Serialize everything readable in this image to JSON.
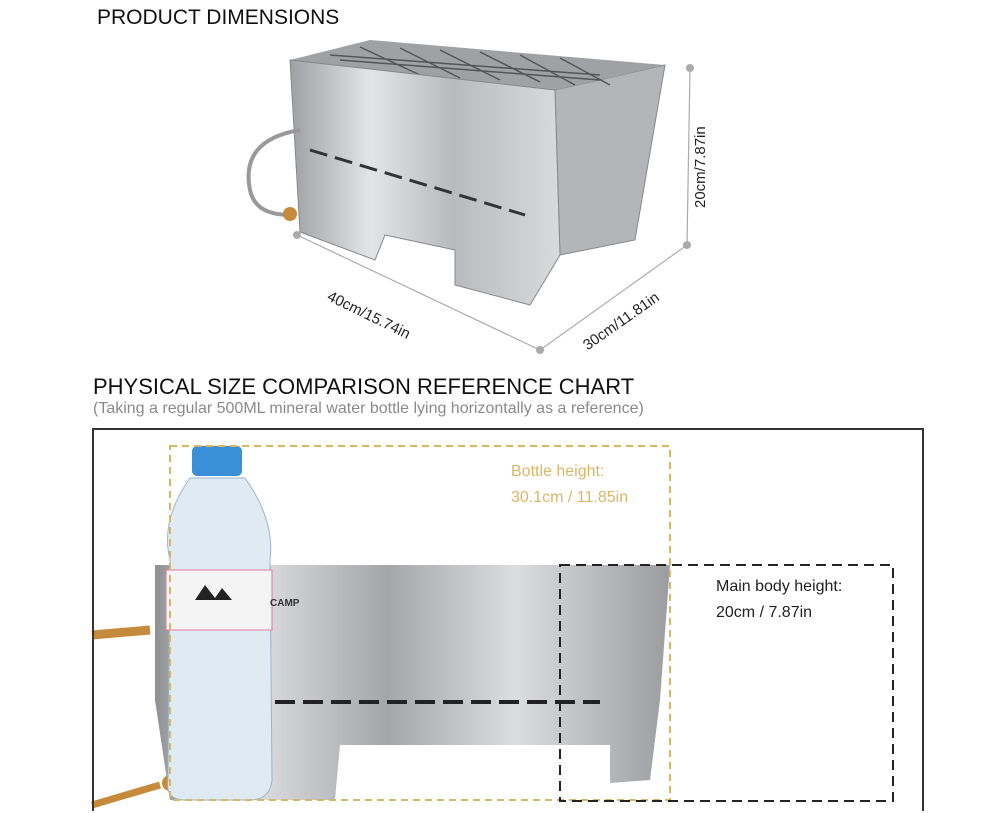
{
  "section1": {
    "title": "PRODUCT DIMENSIONS",
    "dimensions": {
      "length": "40cm/15.74in",
      "width": "30cm/11.81in",
      "height": "20cm/7.87in"
    }
  },
  "section2": {
    "title": "PHYSICAL SIZE COMPARISON REFERENCE CHART",
    "subtitle": "(Taking a regular 500ML mineral water bottle lying horizontally as a reference)",
    "bottle_label": "Bottle height:",
    "bottle_value": "30.1cm / 11.85in",
    "body_label": "Main body height:",
    "body_value": "20cm / 7.87in",
    "brand_text": "CAMP"
  },
  "colors": {
    "bottle_line": "#d8b663",
    "body_line": "#222222",
    "steel": "#c9cacc"
  }
}
